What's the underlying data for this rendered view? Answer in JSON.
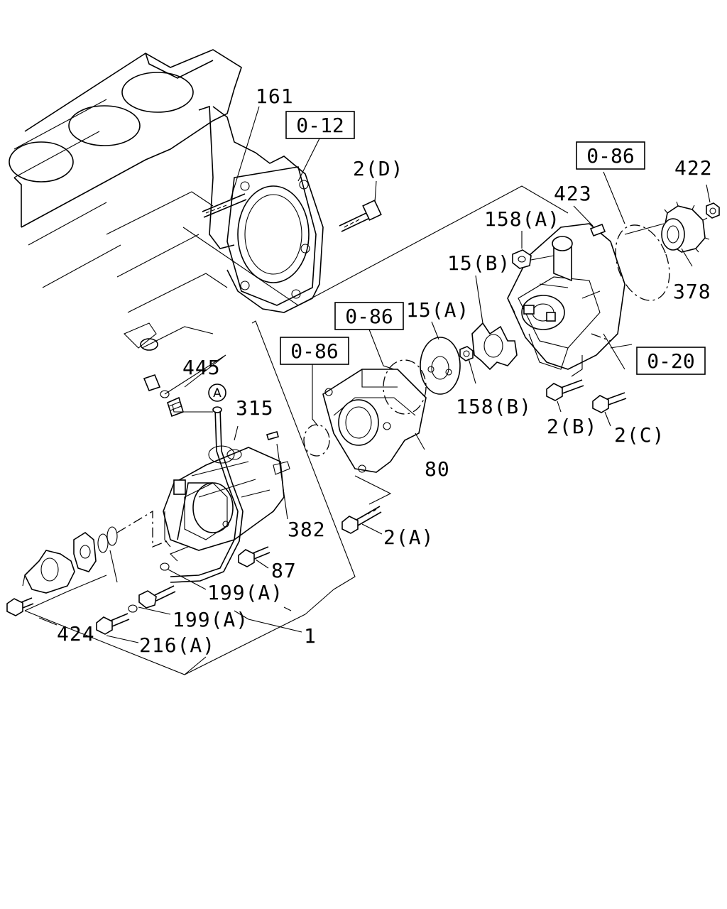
{
  "diagram": {
    "ref_boxes": {
      "block_ref": "0-12",
      "ring_ref_top": "0-86",
      "ring_ref_mid": "0-86",
      "ring_ref_left": "0-86",
      "pump_ref": "0-20"
    },
    "circle_tag": "A",
    "callouts": {
      "c161": "161",
      "c2d": "2(D)",
      "c422": "422",
      "c423": "423",
      "c158a": "158(A)",
      "c378": "378",
      "c15b": "15(B)",
      "c15a": "15(A)",
      "c445": "445",
      "c315": "315",
      "c158b": "158(B)",
      "c2b": "2(B)",
      "c2c": "2(C)",
      "c80": "80",
      "c382": "382",
      "c2a": "2(A)",
      "c87": "87",
      "c199a_1": "199(A)",
      "c199a_2": "199(A)",
      "c424": "424",
      "c216a": "216(A)",
      "c1": "1"
    }
  }
}
